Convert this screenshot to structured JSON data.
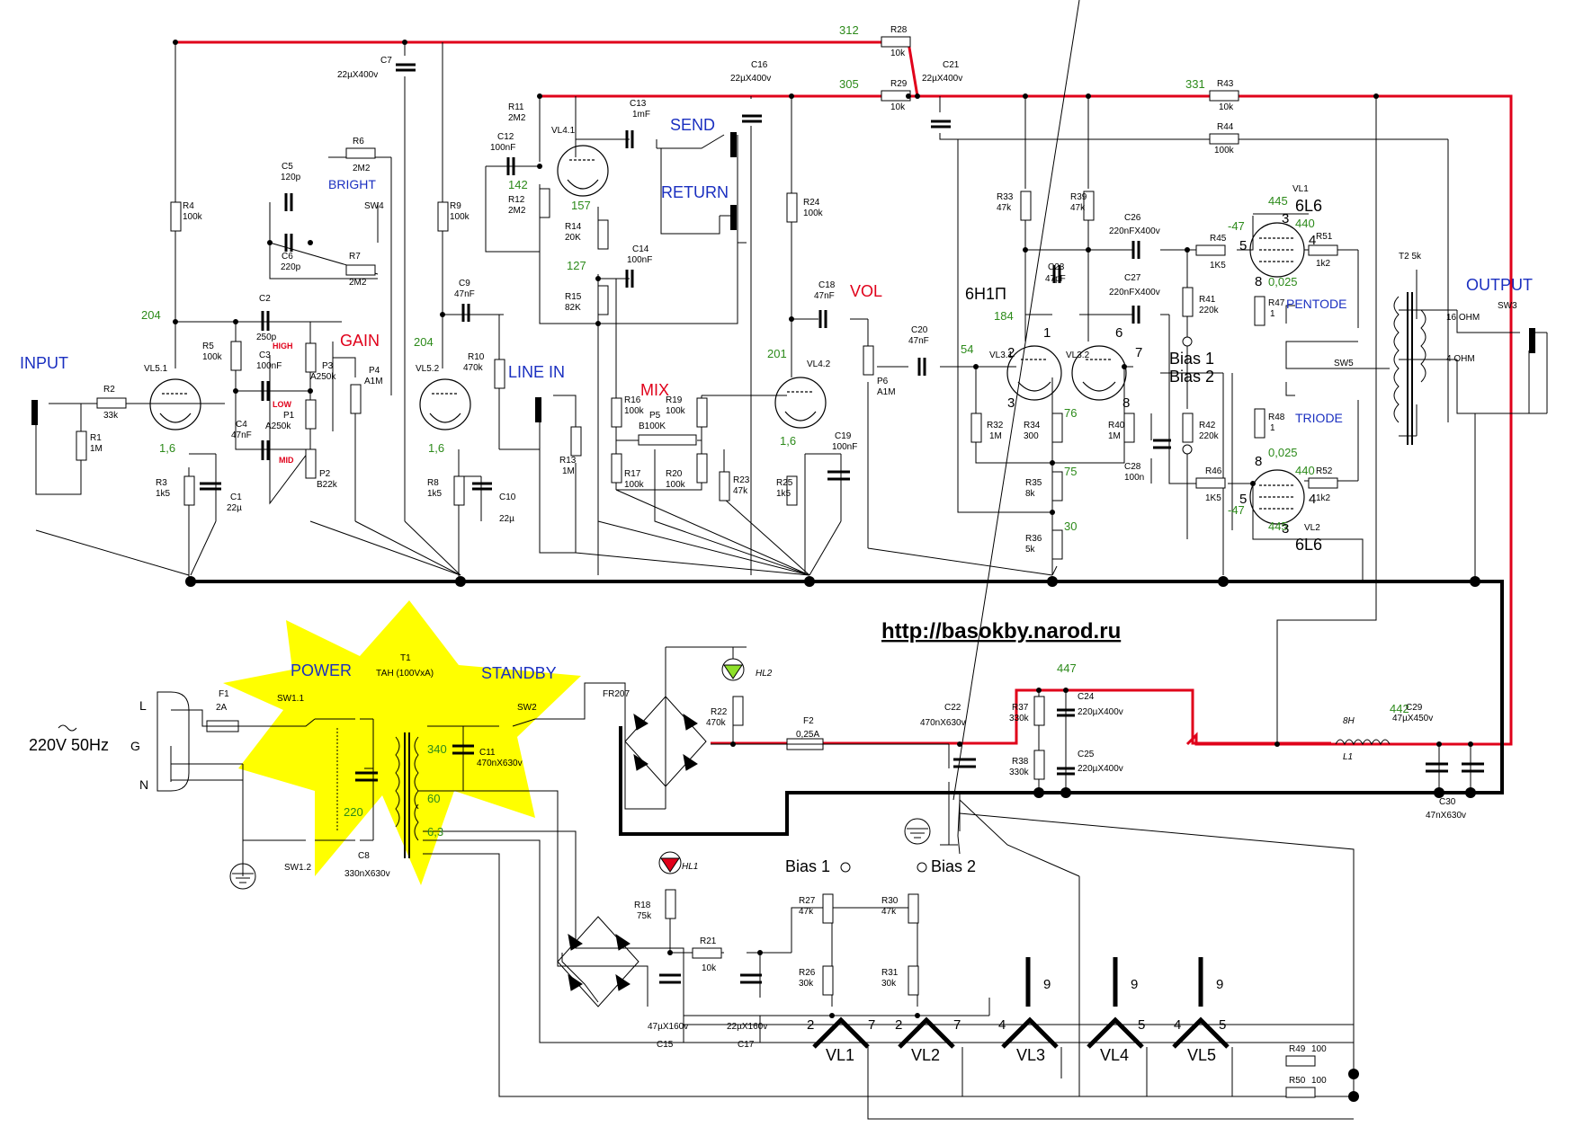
{
  "website": "http://basokby.narod.ru",
  "colors": {
    "hv_wire": "#e0001a",
    "voltage": "#2c8a1a",
    "section": "#1a2fc0",
    "control": "#e0001a",
    "star": "#ffff00"
  },
  "sections": {
    "input": "INPUT",
    "gain": "GAIN",
    "bright": "BRIGHT",
    "line_in": "LINE IN",
    "send": "SEND",
    "return": "RETURN",
    "mix": "MIX",
    "vol": "VOL",
    "output": "OUTPUT",
    "pentode": "PENTODE",
    "triode": "TRIODE",
    "power": "POWER",
    "standby": "STANDBY",
    "mains": "220V 50Hz",
    "bias1": "Bias 1",
    "bias2": "Bias 2",
    "tube_6n1p": "6Н1П",
    "high": "HIGH",
    "low": "LOW",
    "mid": "MID"
  },
  "voltages": {
    "v312": "312",
    "v305": "305",
    "v331": "331",
    "v204a": "204",
    "v204b": "204",
    "v1_6a": "1,6",
    "v1_6b": "1,6",
    "v1_6c": "1,6",
    "v142": "142",
    "v157": "157",
    "v127": "127",
    "v201": "201",
    "v54": "54",
    "v184": "184",
    "v76": "76",
    "v75": "75",
    "v30": "30",
    "v445a": "445",
    "v440a": "440",
    "vm47a": "-47",
    "v0025a": "0,025",
    "v445b": "445",
    "v440b": "440",
    "vm47b": "-47",
    "v0025b": "0,025",
    "v447": "447",
    "v442": "442",
    "v340": "340",
    "v220": "220",
    "v60": "60",
    "v63": "6,3"
  },
  "components": {
    "R1": [
      "R1",
      "1M"
    ],
    "R2": [
      "R2",
      "33k"
    ],
    "R3": [
      "R3",
      "1k5"
    ],
    "R4": [
      "R4",
      "100k"
    ],
    "R5": [
      "R5",
      "100k"
    ],
    "R6": [
      "R6",
      "2M2"
    ],
    "R7": [
      "R7",
      "2M2"
    ],
    "R8": [
      "R8",
      "1k5"
    ],
    "R9": [
      "R9",
      "100k"
    ],
    "R10": [
      "R10",
      "470k"
    ],
    "R11": [
      "R11",
      "2M2"
    ],
    "R12": [
      "R12",
      "2M2"
    ],
    "R13": [
      "R13",
      "1M"
    ],
    "R14": [
      "R14",
      "20K"
    ],
    "R15": [
      "R15",
      "82K"
    ],
    "R16": [
      "R16",
      "100k"
    ],
    "R17": [
      "R17",
      "100k"
    ],
    "R18": [
      "R18",
      "75k"
    ],
    "R19": [
      "R19",
      "100k"
    ],
    "R20": [
      "R20",
      "100k"
    ],
    "R21": [
      "R21",
      "10k"
    ],
    "R22": [
      "R22",
      "470k"
    ],
    "R23": [
      "R23",
      "47k"
    ],
    "R24": [
      "R24",
      "100k"
    ],
    "R25": [
      "R25",
      "1k5"
    ],
    "R26": [
      "R26",
      "30k"
    ],
    "R27": [
      "R27",
      "47k"
    ],
    "R28": [
      "R28",
      "10k"
    ],
    "R29": [
      "R29",
      "10k"
    ],
    "R30": [
      "R30",
      "47k"
    ],
    "R31": [
      "R31",
      "30k"
    ],
    "R32": [
      "R32",
      "1M"
    ],
    "R33": [
      "R33",
      "47k"
    ],
    "R34": [
      "R34",
      "300"
    ],
    "R35": [
      "R35",
      "8k"
    ],
    "R36": [
      "R36",
      "5k"
    ],
    "R37": [
      "R37",
      "330k"
    ],
    "R38": [
      "R38",
      "330k"
    ],
    "R39": [
      "R39",
      "47k"
    ],
    "R40": [
      "R40",
      "1M"
    ],
    "R41": [
      "R41",
      "220k"
    ],
    "R42": [
      "R42",
      "220k"
    ],
    "R43": [
      "R43",
      "10k"
    ],
    "R44": [
      "R44",
      "100k"
    ],
    "R45": [
      "R45",
      "1K5"
    ],
    "R46": [
      "R46",
      "1K5"
    ],
    "R47": [
      "R47",
      "1"
    ],
    "R48": [
      "R48",
      "1"
    ],
    "R49": [
      "R49",
      "100"
    ],
    "R50": [
      "R50",
      "100"
    ],
    "R51": [
      "R51",
      "1k2"
    ],
    "R52": [
      "R52",
      "1k2"
    ],
    "C1": [
      "C1",
      "22µ"
    ],
    "C2": [
      "C2",
      "250p"
    ],
    "C3": [
      "C3",
      "100nF"
    ],
    "C4": [
      "C4",
      "47nF"
    ],
    "C5": [
      "C5",
      "120p"
    ],
    "C6": [
      "C6",
      "220p"
    ],
    "C7": [
      "C7",
      "22µX400v"
    ],
    "C8": [
      "C8",
      "330nX630v"
    ],
    "C9": [
      "C9",
      "47nF"
    ],
    "C10": [
      "C10",
      "22µ"
    ],
    "C11": [
      "C11",
      "470nX630v"
    ],
    "C12": [
      "C12",
      "100nF"
    ],
    "C13": [
      "C13",
      "1mF"
    ],
    "C14": [
      "C14",
      "100nF"
    ],
    "C15": [
      "C15",
      "47µX160v"
    ],
    "C16": [
      "C16",
      "22µX400v"
    ],
    "C17": [
      "C17",
      "22µX160v"
    ],
    "C18": [
      "C18",
      "47nF"
    ],
    "C19": [
      "C19",
      "100nF"
    ],
    "C20": [
      "C20",
      "47nF"
    ],
    "C21": [
      "C21",
      "22µX400v"
    ],
    "C22": [
      "C22",
      "470nX630v"
    ],
    "C23": [
      "C23",
      "47pF"
    ],
    "C24": [
      "C24",
      "220µX400v"
    ],
    "C25": [
      "C25",
      "220µX400v"
    ],
    "C26": [
      "C26",
      "220nFX400v"
    ],
    "C27": [
      "C27",
      "220nFX400v"
    ],
    "C28": [
      "C28",
      "100n"
    ],
    "C29": [
      "C29",
      "47µX450v"
    ],
    "C30": [
      "C30",
      "47nX630v"
    ],
    "P1": [
      "P1",
      "A250k"
    ],
    "P2": [
      "P2",
      "B22k"
    ],
    "P3": [
      "P3",
      "A250k"
    ],
    "P4": [
      "P4",
      "A1M"
    ],
    "P5": [
      "P5",
      "B100K"
    ],
    "P6": [
      "P6",
      "A1M"
    ],
    "F1": [
      "F1",
      "2A"
    ],
    "F2": [
      "F2",
      "0,25A"
    ],
    "T1": [
      "T1",
      "ТАН (100VxA)"
    ],
    "T2": "T2 5k",
    "L1": [
      "8H",
      "L1"
    ],
    "FR207": "FR207",
    "HL1": "HL1",
    "HL2": "HL2",
    "SW1_1": "SW1.1",
    "SW1_2": "SW1.2",
    "SW2": "SW2",
    "SW3": "SW3",
    "SW4": "SW4",
    "SW5": "SW5",
    "ohm16": "16 OHM",
    "ohm4": "4 OHM"
  },
  "tubes": {
    "VL1": [
      "VL1",
      "6L6"
    ],
    "VL2": [
      "VL2",
      "6L6"
    ],
    "VL31": "VL3.1",
    "VL32": "VL3.2",
    "VL41": "VL4.1",
    "VL42": "VL4.2",
    "VL51": "VL5.1",
    "VL52": "VL5.2"
  },
  "heaters": {
    "VL1": {
      "name": "VL1",
      "p1": "2",
      "p2": "7"
    },
    "VL2": {
      "name": "VL2",
      "p1": "2",
      "p2": "7"
    },
    "VL3": {
      "name": "VL3",
      "p1": "4",
      "p2": "9"
    },
    "VL4": {
      "name": "VL4",
      "p1": "5",
      "p2": "9"
    },
    "VL5": {
      "name": "VL5",
      "p1": "4",
      "p2": "5",
      "p3": "9"
    }
  },
  "pins": {
    "vl31_1": "1",
    "vl31_2": "2",
    "vl31_3": "3",
    "vl32_6": "6",
    "vl32_7": "7",
    "vl32_8": "8",
    "vl1_3": "3",
    "vl1_4": "4",
    "vl1_5": "5",
    "vl1_8": "8",
    "vl2_3": "3",
    "vl2_4": "4",
    "vl2_5": "5",
    "vl2_8": "8"
  },
  "mains_terminals": {
    "L": "L",
    "G": "G",
    "N": "N"
  }
}
